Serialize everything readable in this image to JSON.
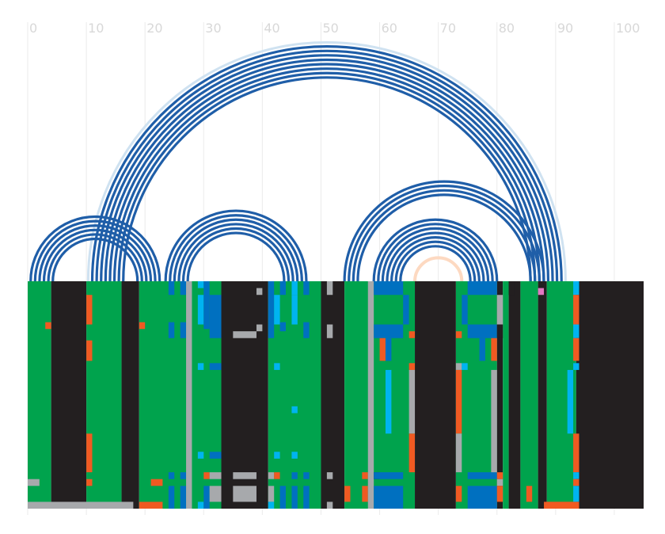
{
  "chart_data": {
    "type": "arc",
    "title": "",
    "xlabel": "",
    "ylabel": "",
    "xlim": [
      0,
      105
    ],
    "x_ticks": [
      0,
      10,
      20,
      30,
      40,
      50,
      60,
      70,
      80,
      90,
      100
    ],
    "grid": true,
    "colors": {
      "arc": "#1f5ea8",
      "arc_outline": "#cfe2f1",
      "arc_highlight": "#fdd9c1",
      "paired": "#00a34d",
      "unpaired": "#231f20",
      "base_a": "#0070c0",
      "base_b": "#00b4f0",
      "base_c": "#f05a22",
      "gap": "#a7a9ac",
      "other": "#e377c2"
    },
    "arc_groups": [
      {
        "start": 11,
        "end": 91,
        "count": 8,
        "outline": true
      },
      {
        "start": 0.5,
        "end": 22.5,
        "count": 6
      },
      {
        "start": 23.5,
        "end": 47.5,
        "count": 6
      },
      {
        "start": 54,
        "end": 88,
        "count": 4
      },
      {
        "start": 59,
        "end": 80,
        "count": 7
      }
    ],
    "highlight_arc": {
      "start": 66,
      "end": 74
    },
    "track": {
      "x_start": 0,
      "x_end": 105,
      "segments": [
        {
          "from": 0,
          "to": 4,
          "state": "paired"
        },
        {
          "from": 4,
          "to": 10,
          "state": "unpaired"
        },
        {
          "from": 10,
          "to": 16,
          "state": "paired"
        },
        {
          "from": 16,
          "to": 19,
          "state": "unpaired"
        },
        {
          "from": 19,
          "to": 33,
          "state": "paired"
        },
        {
          "from": 33,
          "to": 41,
          "state": "unpaired"
        },
        {
          "from": 41,
          "to": 50,
          "state": "paired"
        },
        {
          "from": 50,
          "to": 54,
          "state": "unpaired"
        },
        {
          "from": 54,
          "to": 66,
          "state": "paired"
        },
        {
          "from": 66,
          "to": 73,
          "state": "unpaired"
        },
        {
          "from": 73,
          "to": 80,
          "state": "paired"
        },
        {
          "from": 80,
          "to": 81,
          "state": "unpaired"
        },
        {
          "from": 81,
          "to": 82,
          "state": "paired"
        },
        {
          "from": 82,
          "to": 84,
          "state": "unpaired"
        },
        {
          "from": 84,
          "to": 87,
          "state": "paired"
        },
        {
          "from": 87,
          "to": 88.5,
          "state": "unpaired"
        },
        {
          "from": 88.5,
          "to": 93.5,
          "state": "paired"
        },
        {
          "from": 93.5,
          "to": 105,
          "state": "unpaired"
        }
      ],
      "columns": [
        {
          "from": 10,
          "to": 11,
          "rows": [
            [
              0.06,
              0.19,
              "base_c"
            ],
            [
              0.26,
              0.35,
              "base_c"
            ],
            [
              0.67,
              0.84,
              "base_c"
            ],
            [
              0.87,
              0.9,
              "base_c"
            ]
          ]
        },
        {
          "from": 3,
          "to": 4,
          "rows": [
            [
              0.18,
              0.21,
              "base_c"
            ]
          ]
        },
        {
          "from": 19,
          "to": 20,
          "rows": [
            [
              0.18,
              0.21,
              "base_c"
            ]
          ]
        },
        {
          "from": 24,
          "to": 25,
          "rows": [
            [
              0.0,
              0.06,
              "base_a"
            ],
            [
              0.18,
              0.25,
              "base_a"
            ],
            [
              0.84,
              0.87,
              "base_a"
            ],
            [
              0.9,
              1.0,
              "base_a"
            ]
          ]
        },
        {
          "from": 26,
          "to": 27,
          "rows": [
            [
              0.0,
              0.06,
              "base_a"
            ],
            [
              0.18,
              0.25,
              "base_a"
            ],
            [
              0.84,
              0.87,
              "base_a"
            ],
            [
              0.9,
              1.0,
              "base_a"
            ]
          ]
        },
        {
          "from": 27,
          "to": 28,
          "rows": [
            [
              0.0,
              1.0,
              "gap"
            ]
          ]
        },
        {
          "from": 29,
          "to": 30,
          "rows": [
            [
              0.0,
              0.03,
              "base_b"
            ],
            [
              0.06,
              0.19,
              "base_b"
            ],
            [
              0.36,
              0.39,
              "base_b"
            ],
            [
              0.75,
              0.78,
              "base_b"
            ],
            [
              0.97,
              1.0,
              "base_b"
            ]
          ]
        },
        {
          "from": 30,
          "to": 31,
          "rows": [
            [
              0.0,
              0.21,
              "base_a"
            ],
            [
              0.84,
              0.87,
              "base_c"
            ],
            [
              0.9,
              1.0,
              "base_a"
            ]
          ]
        },
        {
          "from": 31,
          "to": 33,
          "rows": [
            [
              0.06,
              0.25,
              "base_a"
            ],
            [
              0.36,
              0.39,
              "base_a"
            ],
            [
              0.75,
              0.78,
              "base_a"
            ],
            [
              0.84,
              0.87,
              "gap"
            ],
            [
              0.9,
              0.97,
              "gap"
            ]
          ]
        },
        {
          "from": 35,
          "to": 39,
          "rows": [
            [
              0.22,
              0.25,
              "gap"
            ],
            [
              0.84,
              0.87,
              "gap"
            ],
            [
              0.9,
              0.97,
              "gap"
            ]
          ]
        },
        {
          "from": 39,
          "to": 40,
          "rows": [
            [
              0.03,
              0.06,
              "gap"
            ],
            [
              0.19,
              0.22,
              "gap"
            ]
          ]
        },
        {
          "from": 41,
          "to": 42,
          "rows": [
            [
              0.0,
              0.25,
              "base_a"
            ],
            [
              0.84,
              0.87,
              "gap"
            ],
            [
              0.9,
              0.97,
              "gap"
            ],
            [
              0.97,
              1.0,
              "base_b"
            ]
          ]
        },
        {
          "from": 42,
          "to": 43,
          "rows": [
            [
              0.06,
              0.19,
              "base_b"
            ],
            [
              0.36,
              0.39,
              "base_b"
            ],
            [
              0.75,
              0.78,
              "base_b"
            ],
            [
              0.84,
              0.87,
              "base_c"
            ]
          ]
        },
        {
          "from": 43,
          "to": 44,
          "rows": [
            [
              0.0,
              0.06,
              "base_a"
            ],
            [
              0.18,
              0.22,
              "base_a"
            ],
            [
              0.9,
              1.0,
              "base_a"
            ]
          ]
        },
        {
          "from": 45,
          "to": 46,
          "rows": [
            [
              0.0,
              0.06,
              "base_b"
            ],
            [
              0.06,
              0.19,
              "base_b"
            ],
            [
              0.55,
              0.58,
              "base_b"
            ],
            [
              0.75,
              0.78,
              "base_b"
            ],
            [
              0.84,
              0.87,
              "base_a"
            ],
            [
              0.9,
              1.0,
              "base_a"
            ]
          ]
        },
        {
          "from": 47,
          "to": 48,
          "rows": [
            [
              0.0,
              0.06,
              "base_a"
            ],
            [
              0.18,
              0.25,
              "base_a"
            ],
            [
              0.84,
              0.87,
              "base_a"
            ],
            [
              0.9,
              1.0,
              "base_a"
            ]
          ]
        },
        {
          "from": 51,
          "to": 52,
          "rows": [
            [
              0.0,
              0.06,
              "gap"
            ],
            [
              0.19,
              0.25,
              "gap"
            ],
            [
              0.84,
              0.87,
              "gap"
            ],
            [
              0.97,
              1.0,
              "gap"
            ]
          ]
        },
        {
          "from": 54,
          "to": 55,
          "rows": [
            [
              0.9,
              0.97,
              "base_c"
            ]
          ]
        },
        {
          "from": 57,
          "to": 58,
          "rows": [
            [
              0.84,
              0.87,
              "base_c"
            ],
            [
              0.9,
              0.97,
              "base_c"
            ]
          ]
        },
        {
          "from": 58,
          "to": 59,
          "rows": [
            [
              0.0,
              1.0,
              "gap"
            ]
          ]
        },
        {
          "from": 59,
          "to": 60,
          "rows": [
            [
              0.84,
              0.87,
              "unpaired"
            ]
          ]
        },
        {
          "from": 59,
          "to": 64,
          "rows": [
            [
              0.0,
              0.06,
              "base_a"
            ],
            [
              0.19,
              0.25,
              "base_a"
            ],
            [
              0.84,
              0.87,
              "base_a"
            ],
            [
              0.9,
              1.0,
              "base_a"
            ]
          ]
        },
        {
          "from": 60,
          "to": 61,
          "rows": [
            [
              0.25,
              0.35,
              "base_c"
            ]
          ]
        },
        {
          "from": 61,
          "to": 62,
          "rows": [
            [
              0.25,
              0.35,
              "base_a"
            ],
            [
              0.39,
              0.67,
              "base_b"
            ]
          ]
        },
        {
          "from": 64,
          "to": 65,
          "rows": [
            [
              0.06,
              0.19,
              "base_a"
            ]
          ]
        },
        {
          "from": 65,
          "to": 66,
          "rows": [
            [
              0.22,
              0.25,
              "base_c"
            ],
            [
              0.36,
              0.39,
              "base_c"
            ],
            [
              0.39,
              0.67,
              "gap"
            ],
            [
              0.67,
              0.84,
              "base_c"
            ]
          ]
        },
        {
          "from": 73,
          "to": 74,
          "rows": [
            [
              0.22,
              0.25,
              "base_c"
            ],
            [
              0.36,
              0.39,
              "gap"
            ],
            [
              0.39,
              0.67,
              "base_c"
            ],
            [
              0.67,
              0.84,
              "gap"
            ],
            [
              0.9,
              0.97,
              "base_c"
            ]
          ]
        },
        {
          "from": 74,
          "to": 75,
          "rows": [
            [
              0.06,
              0.19,
              "base_a"
            ],
            [
              0.36,
              0.39,
              "base_b"
            ]
          ]
        },
        {
          "from": 75,
          "to": 80,
          "rows": [
            [
              0.0,
              0.06,
              "base_a"
            ],
            [
              0.19,
              0.25,
              "base_a"
            ],
            [
              0.84,
              0.87,
              "base_a"
            ],
            [
              0.9,
              1.0,
              "base_a"
            ]
          ]
        },
        {
          "from": 77,
          "to": 78,
          "rows": [
            [
              0.25,
              0.35,
              "base_a"
            ]
          ]
        },
        {
          "from": 79,
          "to": 80,
          "rows": [
            [
              0.25,
              0.35,
              "base_c"
            ],
            [
              0.39,
              0.84,
              "gap"
            ]
          ]
        },
        {
          "from": 80,
          "to": 81,
          "rows": [
            [
              0.06,
              0.19,
              "gap"
            ],
            [
              0.19,
              0.25,
              "unpaired"
            ],
            [
              0.84,
              0.87,
              "base_c"
            ],
            [
              0.87,
              0.9,
              "gap"
            ],
            [
              0.9,
              0.97,
              "base_c"
            ]
          ]
        },
        {
          "from": 82,
          "to": 83,
          "rows": [
            [
              0.0,
              0.06,
              "unpaired"
            ]
          ]
        },
        {
          "from": 85,
          "to": 86,
          "rows": [
            [
              0.9,
              0.97,
              "base_c"
            ]
          ]
        },
        {
          "from": 87,
          "to": 88,
          "rows": [
            [
              0.03,
              0.06,
              "other"
            ]
          ]
        },
        {
          "from": 88.5,
          "to": 93.5,
          "rows": [
            [
              0.97,
              1.0,
              "base_c"
            ]
          ]
        },
        {
          "from": 92,
          "to": 93,
          "rows": [
            [
              0.39,
              0.67,
              "base_b"
            ]
          ]
        },
        {
          "from": 93,
          "to": 94,
          "rows": [
            [
              0.0,
              0.06,
              "base_b"
            ],
            [
              0.06,
              0.19,
              "base_c"
            ],
            [
              0.19,
              0.25,
              "base_b"
            ],
            [
              0.25,
              0.35,
              "base_c"
            ],
            [
              0.36,
              0.39,
              "base_b"
            ],
            [
              0.67,
              0.84,
              "base_c"
            ],
            [
              0.84,
              0.87,
              "base_b"
            ],
            [
              0.87,
              0.9,
              "base_c"
            ],
            [
              0.9,
              0.97,
              "base_b"
            ]
          ]
        },
        {
          "from": 0,
          "to": 18,
          "rows": [
            [
              0.97,
              1.0,
              "gap"
            ]
          ]
        },
        {
          "from": 0,
          "to": 2,
          "rows": [
            [
              0.87,
              0.9,
              "gap"
            ]
          ]
        },
        {
          "from": 19,
          "to": 23,
          "rows": [
            [
              0.97,
              1.0,
              "base_c"
            ]
          ]
        },
        {
          "from": 21,
          "to": 23,
          "rows": [
            [
              0.87,
              0.9,
              "base_c"
            ]
          ]
        },
        {
          "from": 88,
          "to": 94,
          "rows": [
            [
              0.97,
              1.0,
              "base_c"
            ]
          ]
        }
      ]
    }
  }
}
